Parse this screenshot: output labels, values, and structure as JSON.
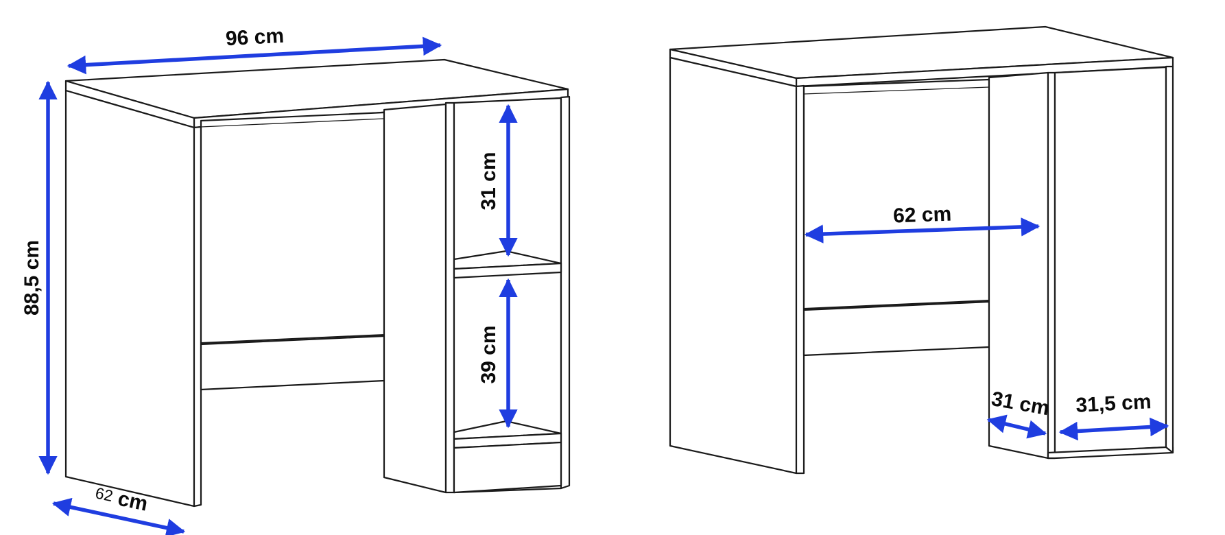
{
  "colors": {
    "dimension": "#1f3de0",
    "outline": "#1a1a1a",
    "background": "#ffffff"
  },
  "left_view": {
    "width_label": "96 cm",
    "height_label": "88,5 cm",
    "depth_label_number": "62",
    "depth_label_unit": "cm",
    "upper_shelf_label": "31 cm",
    "lower_shelf_label": "39 cm"
  },
  "right_view": {
    "knee_space_label": "62 cm",
    "column_depth_label": "31 cm",
    "cabinet_width_label": "31,5 cm"
  }
}
